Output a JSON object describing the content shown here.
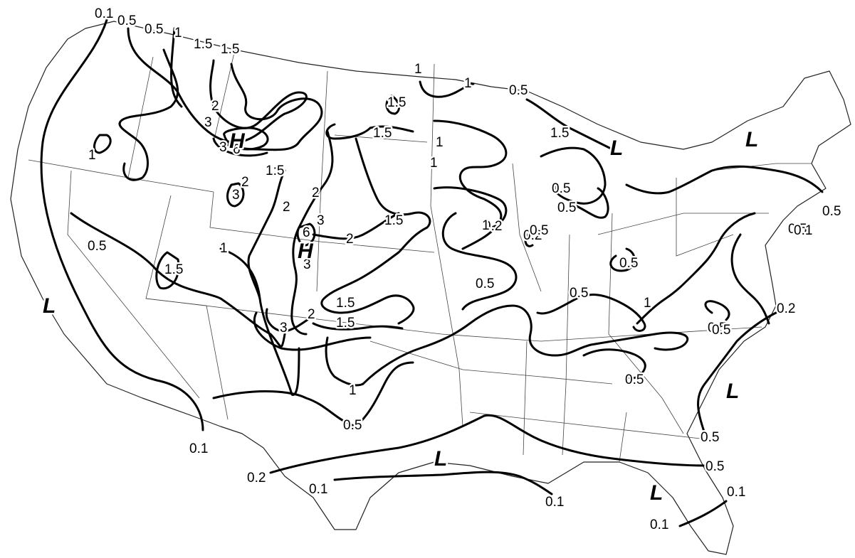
{
  "map": {
    "contour_labels": [
      "0.1",
      "0.5",
      "0.5",
      "1",
      "1.5",
      "1.5",
      "1",
      "1",
      "0.5",
      "1.5",
      "2",
      "3",
      "1.5",
      "3",
      "6",
      "1:5",
      "3",
      "2",
      "2",
      "2",
      "1.5",
      "3",
      "6",
      "2",
      "3",
      "1",
      "0.5",
      "1.5",
      "1",
      "0.5",
      "0.5",
      "1",
      "1",
      "1.5",
      "1.5",
      "2",
      "3",
      "1.5",
      "0.5",
      "0.5",
      "0.5",
      "1",
      "0.5",
      "0.5",
      "1",
      "0.5",
      "0.5",
      "0.5",
      "0.5",
      "0.2",
      "0.2",
      "0.1",
      "0.5",
      "0.2",
      "0.2",
      "0.1",
      "0.1",
      "0.1",
      "0.1",
      "0.1",
      "0.5",
      "1",
      "0.5"
    ],
    "center_markers": [
      "H",
      "H",
      "L",
      "L",
      "L",
      "L",
      "L",
      "L"
    ]
  }
}
